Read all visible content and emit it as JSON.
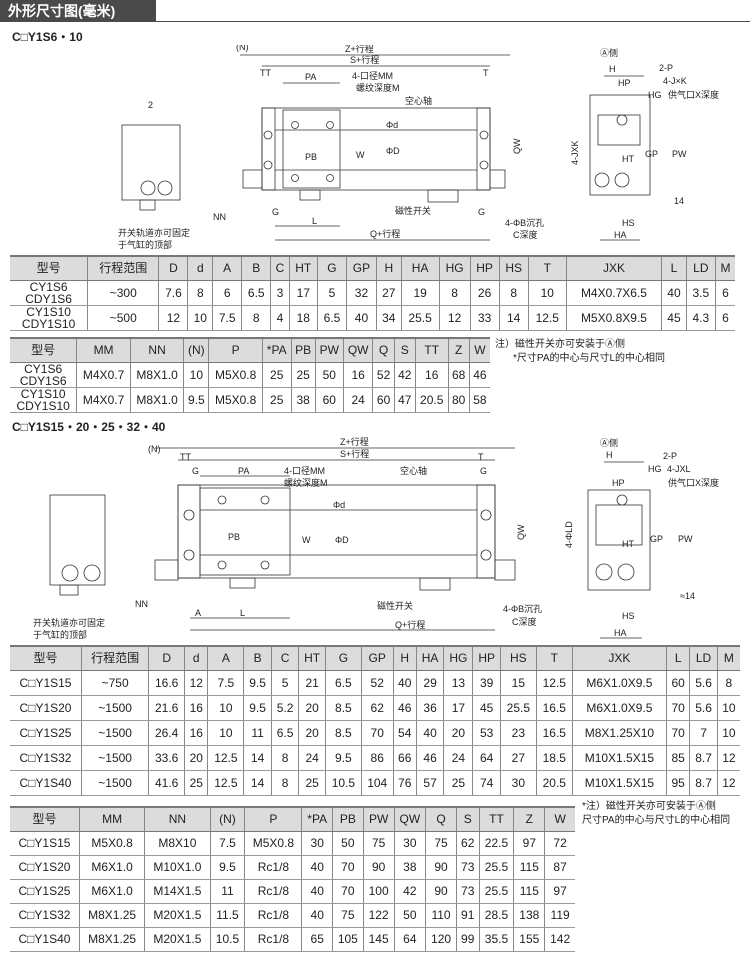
{
  "header": {
    "title": "外形尺寸图(毫米)"
  },
  "section1": {
    "title": "C□Y1S6・10"
  },
  "section2": {
    "title": "C□Y1S15・20・25・32・40"
  },
  "drawing1": {
    "labels": {
      "N": "(N)",
      "Z": "Z+行程",
      "S": "S+行程",
      "TT": "TT",
      "T": "T",
      "PA": "PA",
      "MM": "4-口径MM",
      "M": "螺纹深度M",
      "shaft": "空心轴",
      "d": "Φd",
      "D": "ΦD",
      "W": "W",
      "PB": "PB",
      "QW": "QW",
      "NN": "NN",
      "G1": "G",
      "L": "L",
      "switch": "磁性开关",
      "G2": "G",
      "B": "4-ΦB沉孔",
      "C": "C深度",
      "Q": "Q+行程",
      "rail1": "开关轨道亦可固定",
      "rail2": "于气缸的顶部",
      "two": "2",
      "Aside": "Ⓐ侧",
      "H": "H",
      "HP": "HP",
      "HG": "HG",
      "P": "2-P",
      "JK": "4-J×K",
      "X": "供气口X深度",
      "JXK": "4-JXK",
      "HT": "HT",
      "GP": "GP",
      "PW": "PW",
      "n14": "14",
      "HS": "HS",
      "HA": "HA"
    }
  },
  "drawing2": {
    "labels": {
      "N": "(N)",
      "Z": "Z+行程",
      "S": "S+行程",
      "TT": "TT",
      "T": "T",
      "G1": "G",
      "G2": "G",
      "PA": "PA",
      "MM": "4-口径MM",
      "M": "螺纹深度M",
      "shaft": "空心轴",
      "d": "Φd",
      "D": "ΦD",
      "W": "W",
      "PB": "PB",
      "QW": "QW",
      "NN": "NN",
      "A": "A",
      "L": "L",
      "switch": "磁性开关",
      "B": "4-ΦB沉孔",
      "C": "C深度",
      "Q": "Q+行程",
      "rail1": "开关轨道亦可固定",
      "rail2": "于气缸的顶部",
      "Aside": "Ⓐ侧",
      "H": "H",
      "HP": "HP",
      "HG": "HG",
      "P": "2-P",
      "JXL": "4-JXL",
      "X": "供气口X深度",
      "LD": "4-ΦLD",
      "HT": "HT",
      "GP": "GP",
      "PW": "PW",
      "n14": "≈14",
      "HS": "HS",
      "HA": "HA"
    }
  },
  "table1": {
    "headers": [
      "型号",
      "行程范围",
      "D",
      "d",
      "A",
      "B",
      "C",
      "HT",
      "G",
      "GP",
      "H",
      "HA",
      "HG",
      "HP",
      "HS",
      "T",
      "JXK",
      "L",
      "LD",
      "M"
    ],
    "rows": [
      [
        "CY1S6\nCDY1S6",
        "~300",
        "7.6",
        "8",
        "6",
        "6.5",
        "3",
        "17",
        "5",
        "32",
        "27",
        "19",
        "8",
        "26",
        "8",
        "10",
        "M4X0.7X6.5",
        "40",
        "3.5",
        "6"
      ],
      [
        "CY1S10\nCDY1S10",
        "~500",
        "12",
        "10",
        "7.5",
        "8",
        "4",
        "18",
        "6.5",
        "40",
        "34",
        "25.5",
        "12",
        "33",
        "14",
        "12.5",
        "M5X0.8X9.5",
        "45",
        "4.3",
        "6"
      ]
    ]
  },
  "table2": {
    "headers": [
      "型号",
      "MM",
      "NN",
      "(N)",
      "P",
      "*PA",
      "PB",
      "PW",
      "QW",
      "Q",
      "S",
      "TT",
      "Z",
      "W"
    ],
    "rows": [
      [
        "CY1S6\nCDY1S6",
        "M4X0.7",
        "M8X1.0",
        "10",
        "M5X0.8",
        "25",
        "25",
        "50",
        "16",
        "52",
        "42",
        "16",
        "68",
        "46"
      ],
      [
        "CY1S10\nCDY1S10",
        "M4X0.7",
        "M8X1.0",
        "9.5",
        "M5X0.8",
        "25",
        "38",
        "60",
        "24",
        "60",
        "47",
        "20.5",
        "80",
        "58"
      ]
    ]
  },
  "note1": [
    "注）磁性开关亦可安装于Ⓐ侧",
    "*尺寸PA的中心与尺寸L的中心相同"
  ],
  "table3": {
    "headers": [
      "型号",
      "行程范围",
      "D",
      "d",
      "A",
      "B",
      "C",
      "HT",
      "G",
      "GP",
      "H",
      "HA",
      "HG",
      "HP",
      "HS",
      "T",
      "JXK",
      "L",
      "LD",
      "M"
    ],
    "rows": [
      [
        "C□Y1S15",
        "~750",
        "16.6",
        "12",
        "7.5",
        "9.5",
        "5",
        "21",
        "6.5",
        "52",
        "40",
        "29",
        "13",
        "39",
        "15",
        "12.5",
        "M6X1.0X9.5",
        "60",
        "5.6",
        "8"
      ],
      [
        "C□Y1S20",
        "~1500",
        "21.6",
        "16",
        "10",
        "9.5",
        "5.2",
        "20",
        "8.5",
        "62",
        "46",
        "36",
        "17",
        "45",
        "25.5",
        "16.5",
        "M6X1.0X9.5",
        "70",
        "5.6",
        "10"
      ],
      [
        "C□Y1S25",
        "~1500",
        "26.4",
        "16",
        "10",
        "11",
        "6.5",
        "20",
        "8.5",
        "70",
        "54",
        "40",
        "20",
        "53",
        "23",
        "16.5",
        "M8X1.25X10",
        "70",
        "7",
        "10"
      ],
      [
        "C□Y1S32",
        "~1500",
        "33.6",
        "20",
        "12.5",
        "14",
        "8",
        "24",
        "9.5",
        "86",
        "66",
        "46",
        "24",
        "64",
        "27",
        "18.5",
        "M10X1.5X15",
        "85",
        "8.7",
        "12"
      ],
      [
        "C□Y1S40",
        "~1500",
        "41.6",
        "25",
        "12.5",
        "14",
        "8",
        "25",
        "10.5",
        "104",
        "76",
        "57",
        "25",
        "74",
        "30",
        "20.5",
        "M10X1.5X15",
        "95",
        "8.7",
        "12"
      ]
    ]
  },
  "table4": {
    "headers": [
      "型号",
      "MM",
      "NN",
      "(N)",
      "P",
      "*PA",
      "PB",
      "PW",
      "QW",
      "Q",
      "S",
      "TT",
      "Z",
      "W"
    ],
    "rows": [
      [
        "C□Y1S15",
        "M5X0.8",
        "M8X10",
        "7.5",
        "M5X0.8",
        "30",
        "50",
        "75",
        "30",
        "75",
        "62",
        "22.5",
        "97",
        "72"
      ],
      [
        "C□Y1S20",
        "M6X1.0",
        "M10X1.0",
        "9.5",
        "Rc1/8",
        "40",
        "70",
        "90",
        "38",
        "90",
        "73",
        "25.5",
        "115",
        "87"
      ],
      [
        "C□Y1S25",
        "M6X1.0",
        "M14X1.5",
        "11",
        "Rc1/8",
        "40",
        "70",
        "100",
        "42",
        "90",
        "73",
        "25.5",
        "115",
        "97"
      ],
      [
        "C□Y1S32",
        "M8X1.25",
        "M20X1.5",
        "11.5",
        "Rc1/8",
        "40",
        "75",
        "122",
        "50",
        "110",
        "91",
        "28.5",
        "138",
        "119"
      ],
      [
        "C□Y1S40",
        "M8X1.25",
        "M20X1.5",
        "10.5",
        "Rc1/8",
        "65",
        "105",
        "145",
        "64",
        "120",
        "99",
        "35.5",
        "155",
        "142"
      ]
    ]
  },
  "note2": [
    "*注）磁性开关亦可安装于Ⓐ侧",
    "尺寸PA的中心与尺寸L的中心相同"
  ]
}
